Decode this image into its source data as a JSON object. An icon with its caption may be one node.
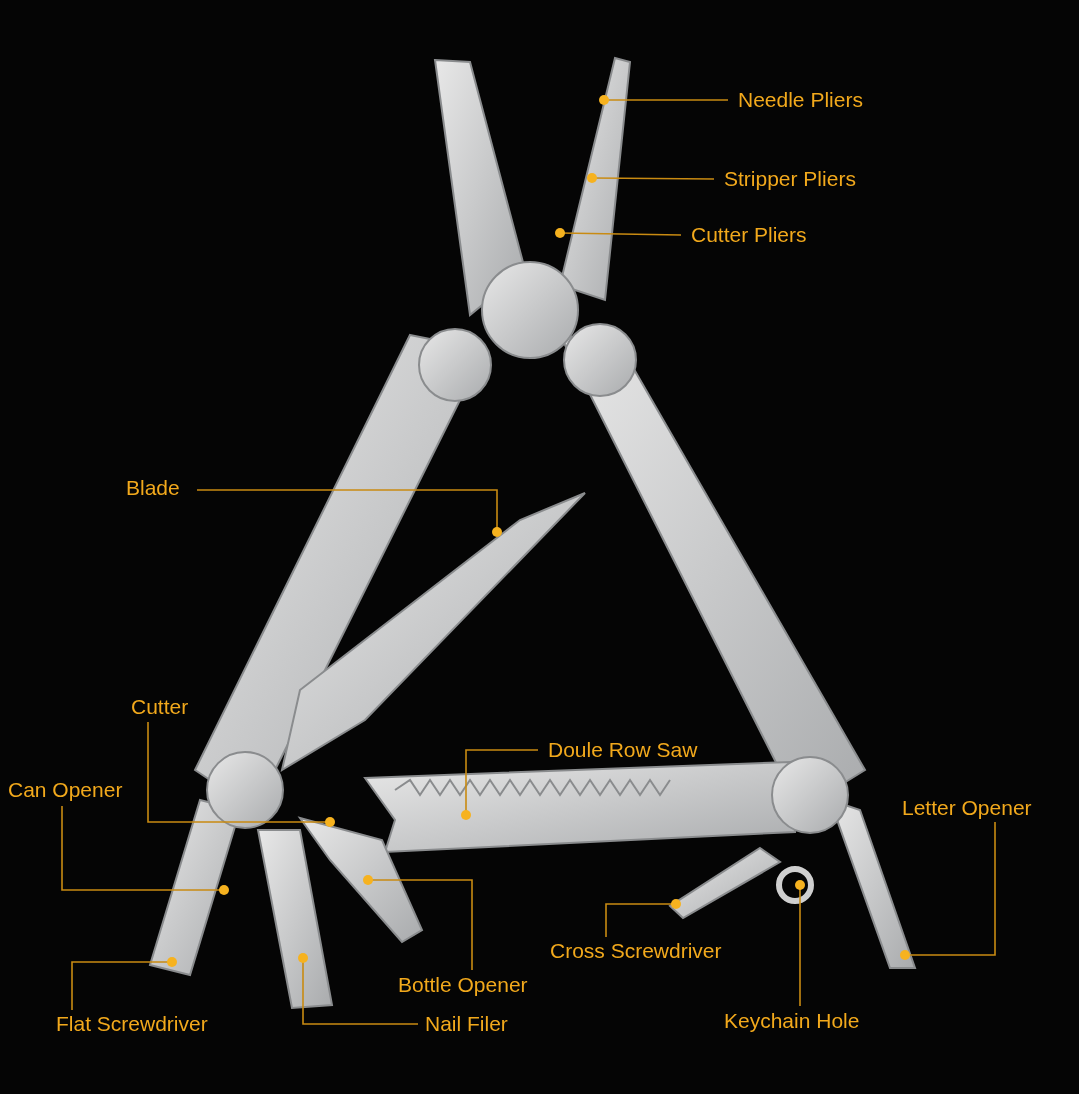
{
  "diagram": {
    "nodes": [
      {
        "text": [
          "Needle Pliers"
        ]
      },
      {
        "text": [
          "Stripper Pliers"
        ]
      },
      {
        "text": [
          "Cutter Pliers"
        ]
      },
      {
        "text": [
          "Blade"
        ]
      },
      {
        "text": [
          "Cutter"
        ]
      },
      {
        "text": [
          "Doule Row Saw"
        ]
      },
      {
        "text": [
          "Can Opener"
        ]
      },
      {
        "text": [
          "Letter Opener"
        ]
      },
      {
        "text": [
          "Bottle Opener"
        ]
      },
      {
        "text": [
          "Cross Screwdriver"
        ]
      },
      {
        "text": [
          "Flat Screwdriver"
        ]
      },
      {
        "text": [
          "Nail Filer"
        ]
      },
      {
        "text": [
          "Keychain Hole"
        ]
      }
    ],
    "edges": [
      {
        "from": 0,
        "to": null,
        "arrow": "other"
      },
      {
        "from": 1,
        "to": null,
        "arrow": "other"
      },
      {
        "from": 2,
        "to": null,
        "arrow": "other"
      },
      {
        "from": 3,
        "to": null,
        "arrow": "other"
      },
      {
        "from": 4,
        "to": null,
        "arrow": "other"
      },
      {
        "from": 5,
        "to": null,
        "arrow": "other"
      },
      {
        "from": 6,
        "to": null,
        "arrow": "other"
      },
      {
        "from": 7,
        "to": null,
        "arrow": "other"
      },
      {
        "from": 8,
        "to": null,
        "arrow": "other"
      },
      {
        "from": 9,
        "to": null,
        "arrow": "other"
      },
      {
        "from": 10,
        "to": null,
        "arrow": "other"
      },
      {
        "from": 11,
        "to": null,
        "arrow": "other"
      },
      {
        "from": 12,
        "to": null,
        "arrow": "other"
      }
    ]
  }
}
